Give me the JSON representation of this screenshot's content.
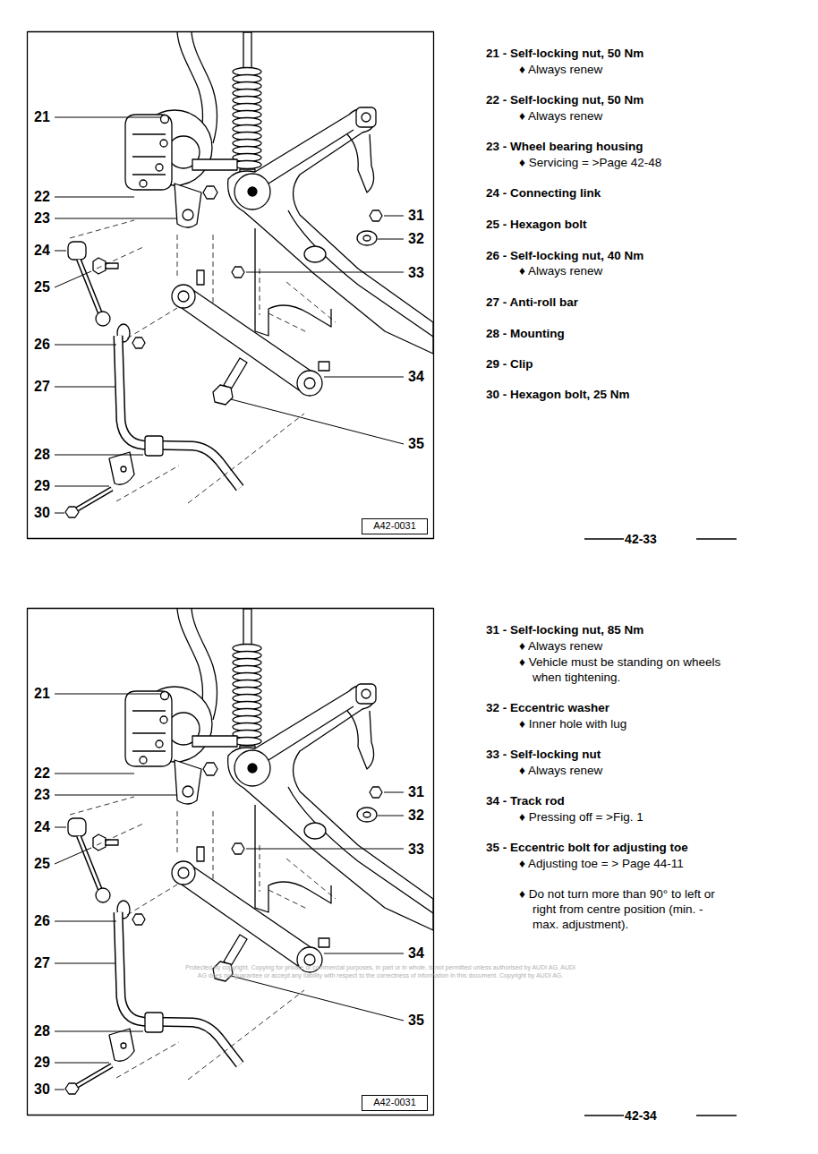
{
  "diagram": {
    "nodes": [
      {
        "text": [
          "A42-0031"
        ]
      },
      {
        "text": [
          "A42-0031"
        ]
      }
    ],
    "labels": [
      "21",
      "22",
      "23",
      "24",
      "25",
      "26",
      "27",
      "28",
      "29",
      "30",
      "31",
      "32",
      "33",
      "34",
      "35",
      "21 - Self-locking nut, 50 Nm",
      "♦ Always renew",
      "22 - Self-locking nut, 50 Nm",
      "♦ Always renew",
      "23 - Wheel bearing housing",
      "♦ Servicing = >Page 42-48",
      "24 - Connecting link",
      "25 - Hexagon bolt",
      "26 - Self-locking nut, 40 Nm",
      "♦ Always renew",
      "27 - Anti-roll bar",
      "28 - Mounting",
      "29 - Clip",
      "30 - Hexagon bolt, 25 Nm",
      "42-33",
      "21",
      "22",
      "23",
      "24",
      "25",
      "26",
      "27",
      "28",
      "29",
      "30",
      "31",
      "32",
      "33",
      "34",
      "35",
      "31 - Self-locking nut, 85 Nm",
      "♦ Always renew",
      "♦ Vehicle must be standing on wheels when tightening.",
      "32 - Eccentric washer",
      "♦ Inner hole with lug",
      "33 - Self-locking nut",
      "♦ Always renew",
      "34 - Track rod",
      "♦ Pressing off = >Fig. 1",
      "35 - Eccentric bolt for adjusting toe",
      "♦ Adjusting toe = > Page 44-11",
      "♦ Do not turn more than 90° to left or right from centre position (min. - max. adjustment).",
      "42-34",
      "Protected by copyright. Copying for private or commercial purposes, in part or in whole, is not permitted unless authorised by AUDI AG. AUDI AG does not guarantee or accept any liability with respect to the correctness of information in this document. Copyright by AUDI AG."
    ]
  }
}
